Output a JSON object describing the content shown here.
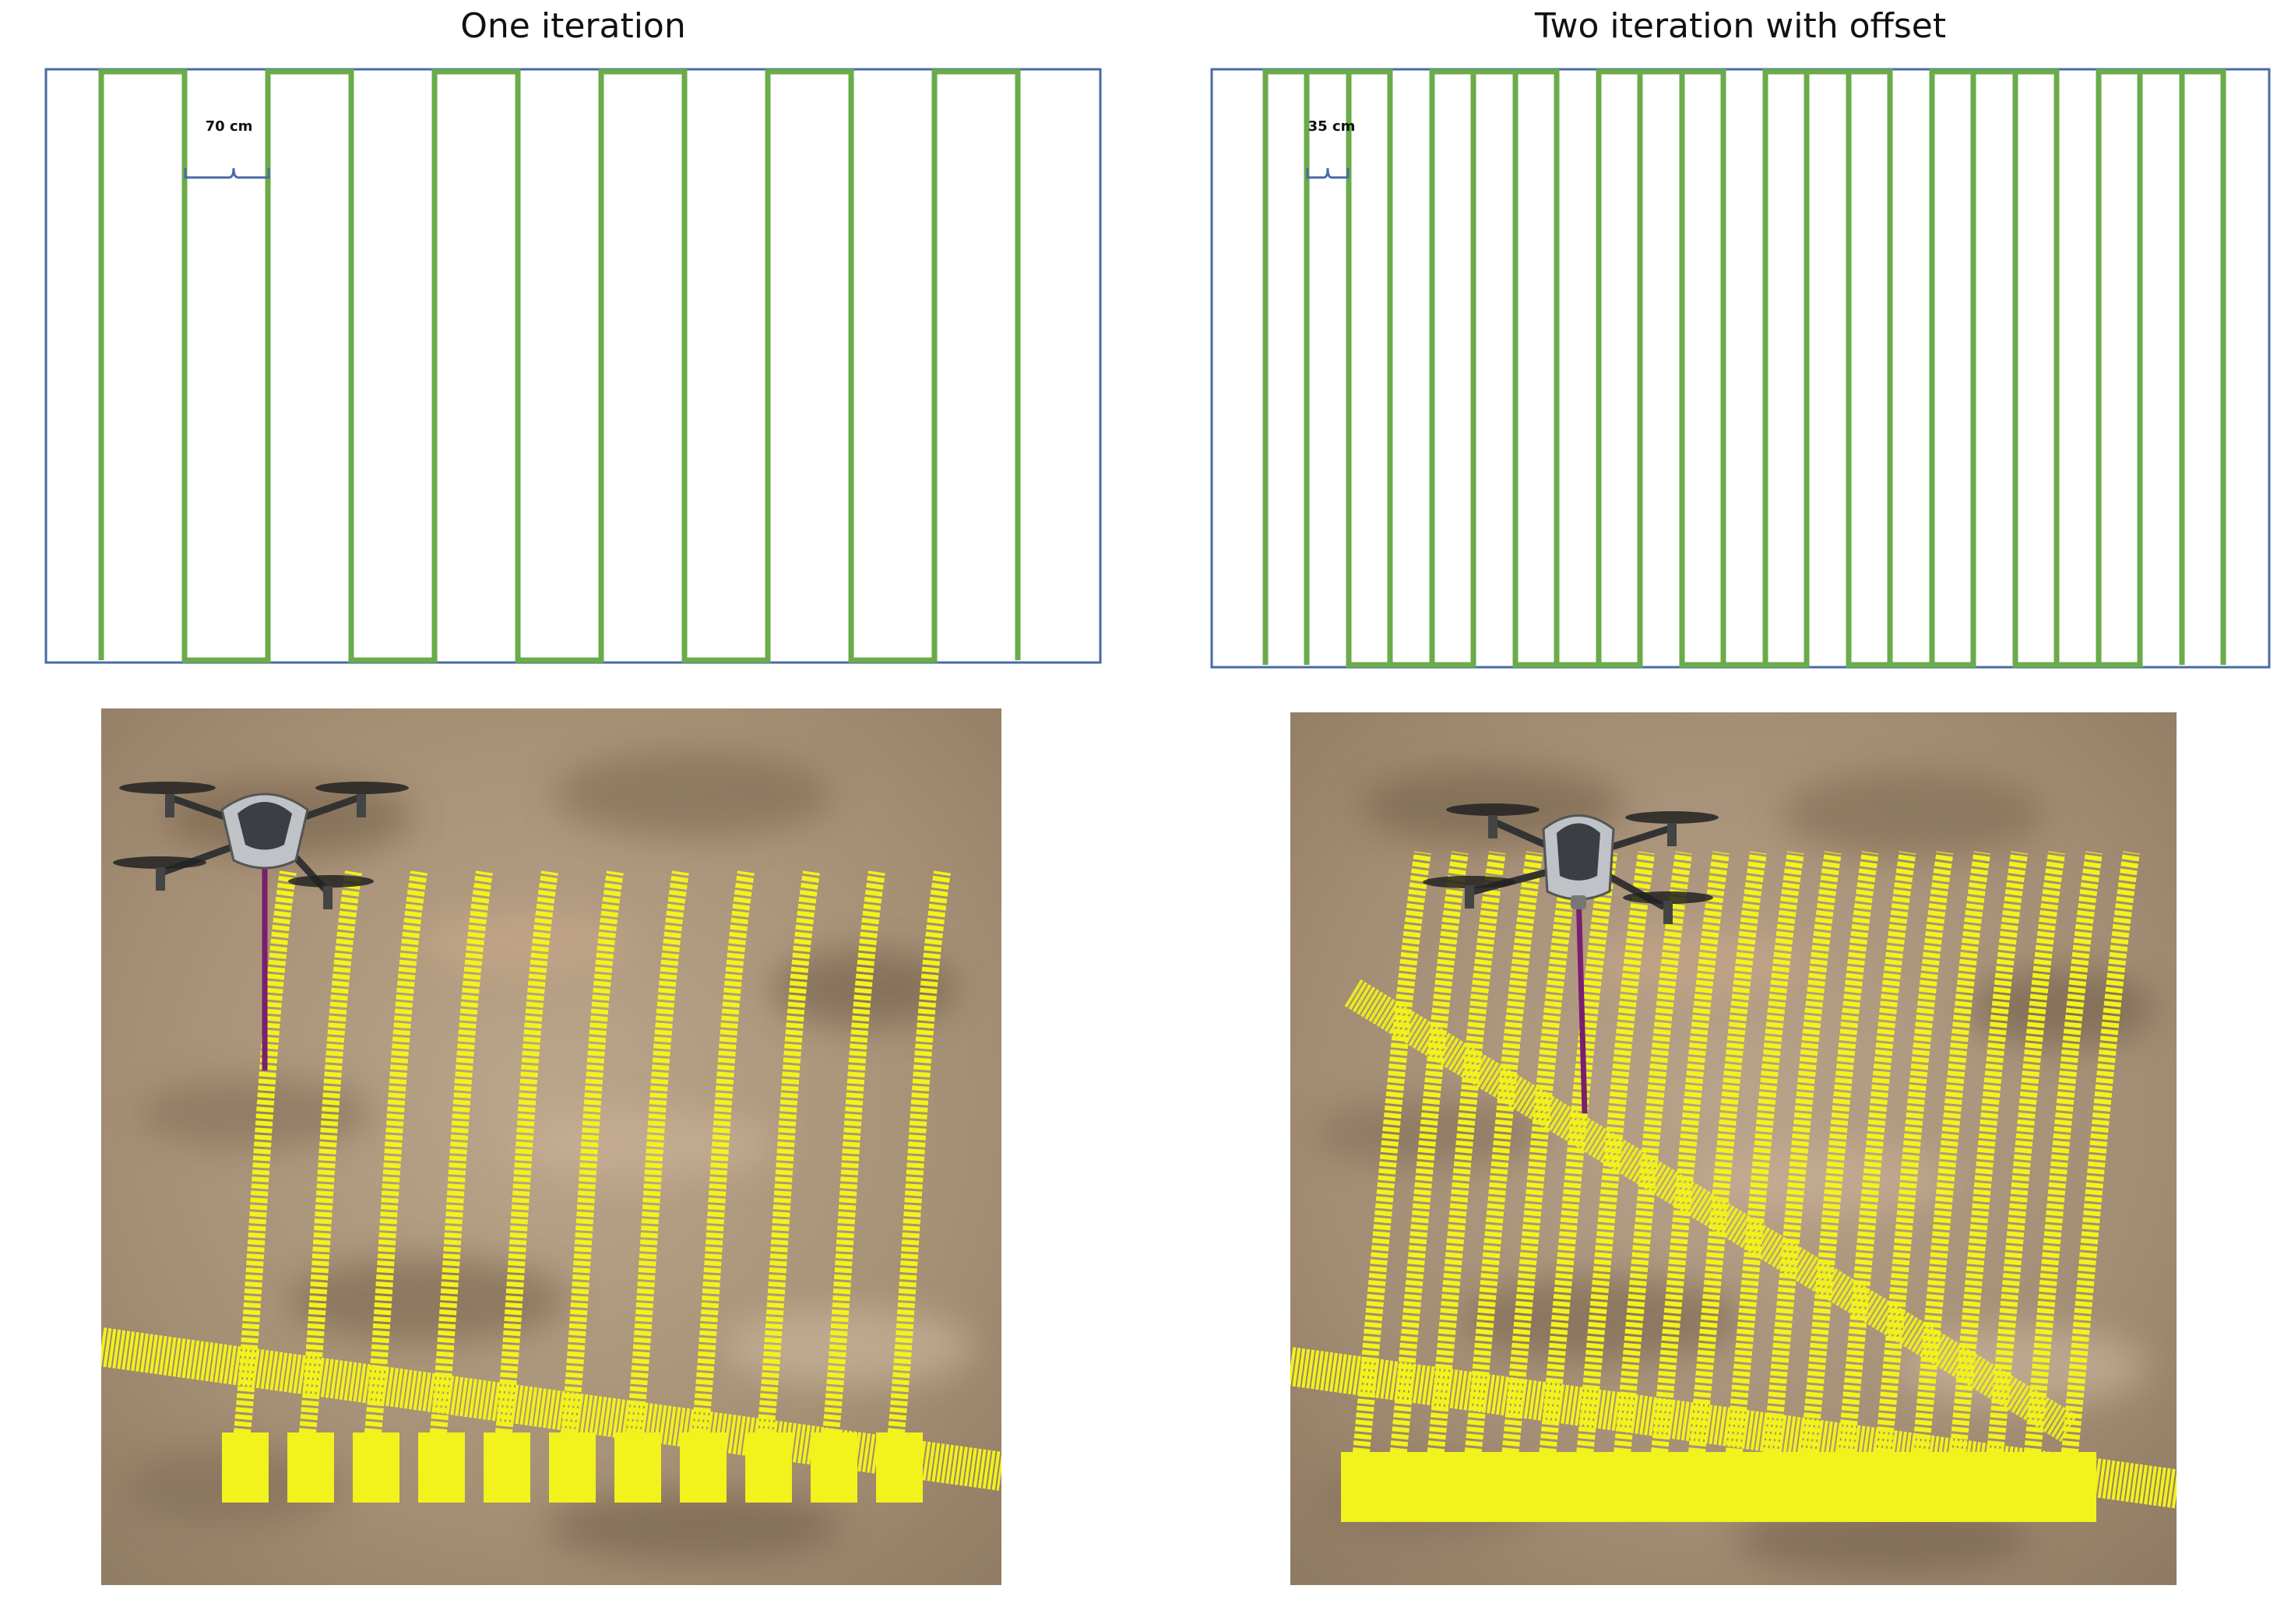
{
  "panels": [
    {
      "title": "One iteration",
      "spacing_label": "70 cm",
      "boundary_color": "#4a6aa6",
      "path_color": "#6aab4a",
      "iterations": 1
    },
    {
      "title": "Two iteration with offset",
      "spacing_label": "35 cm",
      "boundary_color": "#4a6aa6",
      "path_color": "#6aab4a",
      "iterations": 2
    }
  ],
  "simulation": {
    "trace_color": "#f2f21c",
    "tether_color": "#7a1f6e",
    "ground_colors": [
      "#b09a80",
      "#8d7760",
      "#c6b19a"
    ]
  }
}
